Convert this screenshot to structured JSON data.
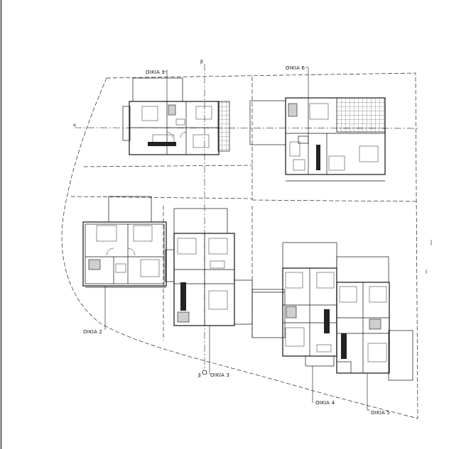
{
  "labels": {
    "house1": "OIKIA 1",
    "house2": "OIKIA 2",
    "house3": "OIKIA 3",
    "house4": "OIKIA 4",
    "house5": "OIKIA 5",
    "house6": "OIKIA 6"
  },
  "markers": {
    "section_top": "β",
    "section_bottom": "β",
    "section_left": "α"
  },
  "colors": {
    "ink": "#111111",
    "paper": "#ffffff",
    "fill": "#cfcfcf"
  }
}
